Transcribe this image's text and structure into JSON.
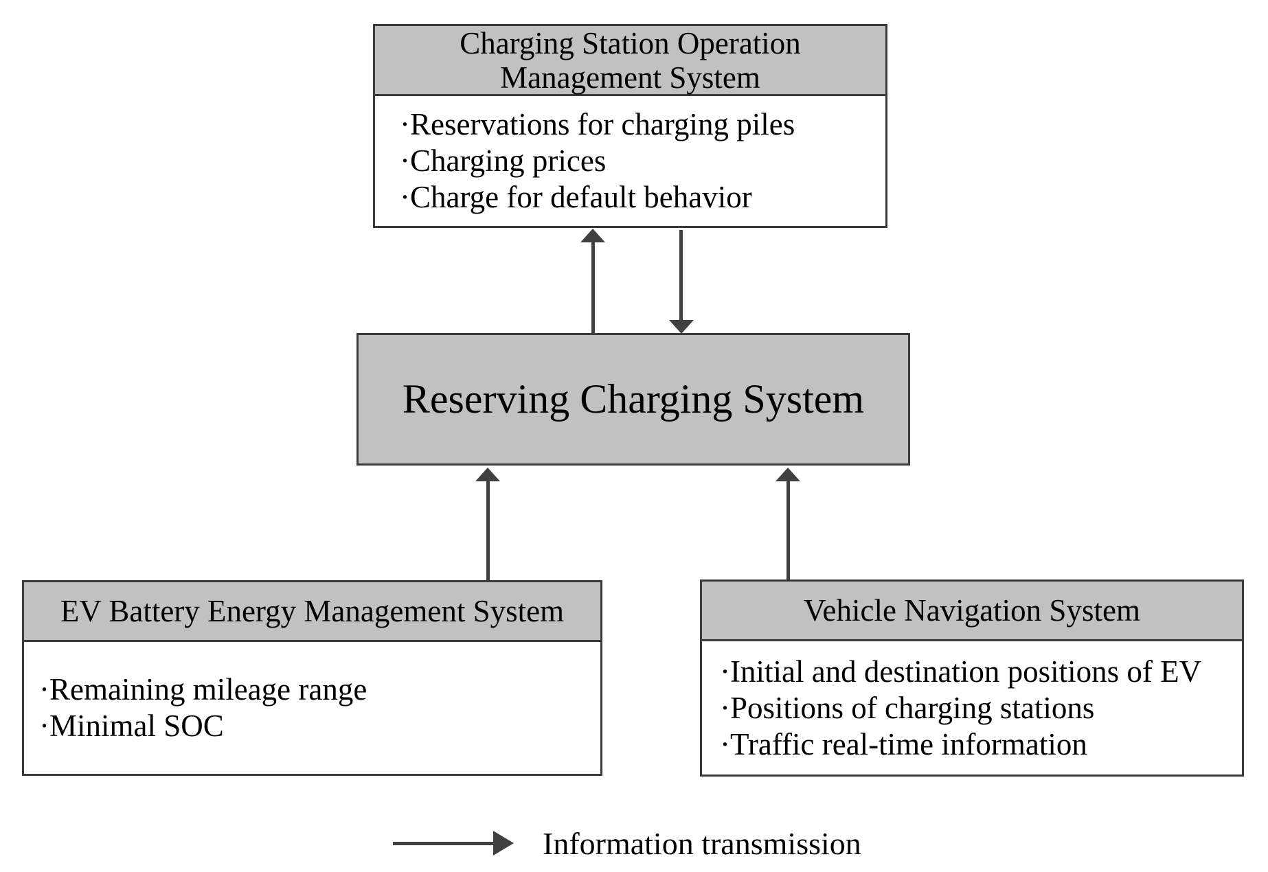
{
  "palette": {
    "box_fill": "#c1c1c1",
    "border": "#3a3a3a",
    "arrow": "#404040",
    "text": "#000000",
    "bg": "#ffffff"
  },
  "boxes": {
    "station": {
      "title": "Charging Station Operation Management System",
      "items": [
        "·Reservations for charging piles",
        "·Charging prices",
        "·Charge for default behavior"
      ]
    },
    "reserving": {
      "title": "Reserving Charging System"
    },
    "battery": {
      "title": "EV Battery Energy Management System",
      "items": [
        "·Remaining mileage range",
        "·Minimal SOC"
      ]
    },
    "navigation": {
      "title": "Vehicle Navigation System",
      "items": [
        "·Initial and destination positions of EV",
        "·Positions of charging stations",
        "·Traffic real-time information"
      ]
    }
  },
  "legend": {
    "label": "Information transmission"
  }
}
